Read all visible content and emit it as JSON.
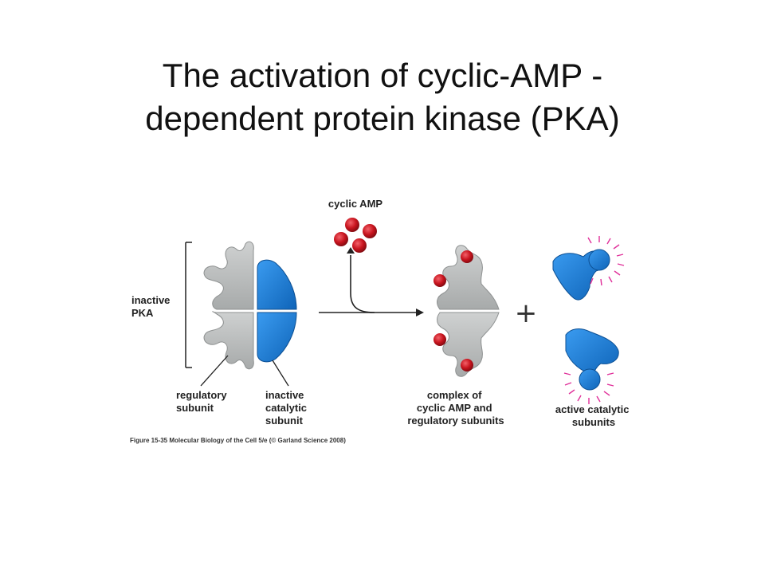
{
  "title": {
    "line1": "The activation of cyclic-AMP -",
    "line2": "dependent protein kinase (PKA)"
  },
  "labels": {
    "cyclic_amp": "cyclic AMP",
    "inactive_pka_1": "inactive",
    "inactive_pka_2": "PKA",
    "regulatory_1": "regulatory",
    "regulatory_2": "subunit",
    "inactive_cat_1": "inactive",
    "inactive_cat_2": "catalytic",
    "inactive_cat_3": "subunit",
    "complex_1": "complex of",
    "complex_2": "cyclic AMP and",
    "complex_3": "regulatory subunits",
    "active_1": "active catalytic",
    "active_2": "subunits",
    "plus": "+"
  },
  "caption": "Figure 15-35 Molecular Biology of the Cell 5/e (© Garland Science 2008)",
  "colors": {
    "regulatory": "#b8bbbb",
    "catalytic": "#1a7fd8",
    "camp": "#c8141e",
    "burst": "#e0309a",
    "line": "#222222"
  }
}
